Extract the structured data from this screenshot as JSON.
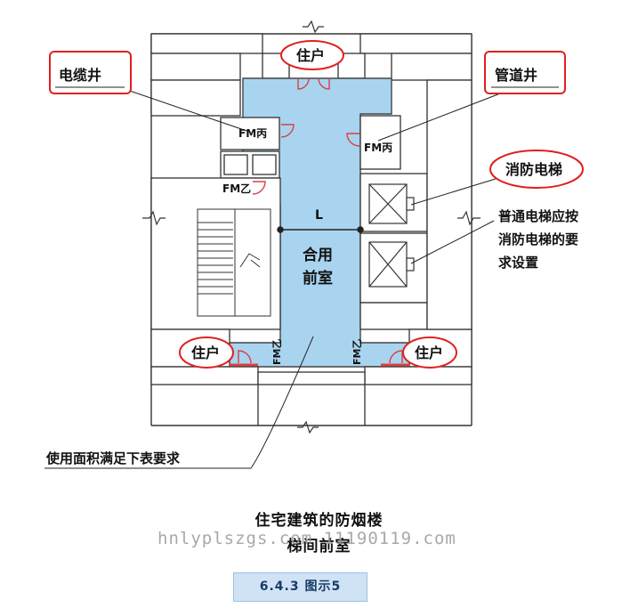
{
  "labels": {
    "cable_shaft": "电缆井",
    "pipe_shaft": "管道井",
    "resident_top": "住户",
    "resident_left": "住户",
    "resident_right": "住户",
    "fire_elevator": "消防电梯",
    "normal_elevator_line1": "普通电梯应按",
    "normal_elevator_line2": "消防电梯的要",
    "normal_elevator_line3": "求设置",
    "shared_lobby_line1": "合用",
    "shared_lobby_line2": "前室",
    "length_mark": "L",
    "door_fm_bing_left": "FM丙",
    "door_fm_bing_right": "FM丙",
    "door_fm_yi_stair": "FM乙",
    "door_fm_yi_bottom_left": "FM乙",
    "door_fm_yi_bottom_right": "FM乙",
    "area_requirement": "使用面积满足下表要求"
  },
  "caption": {
    "line1": "住宅建筑的防烟楼",
    "line2": "梯间前室",
    "figure_number": "6.4.3 图示5"
  },
  "watermark": "hnlyplszgs.com 11190119.com",
  "colors": {
    "lobby_fill": "#a9d4f0",
    "highlight_red": "#e02020",
    "door_red": "#d94040",
    "wall": "#333333",
    "figure_box": "#cfe3f4"
  }
}
